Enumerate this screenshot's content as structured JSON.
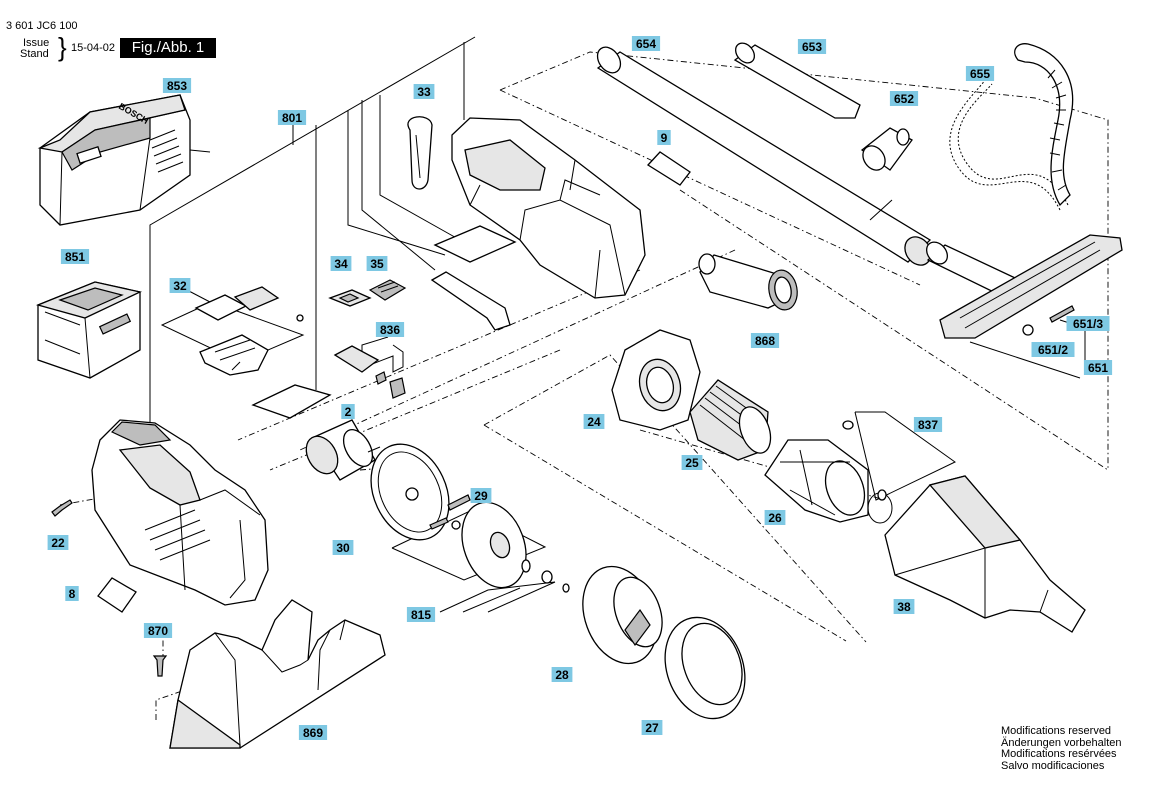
{
  "header": {
    "doc_number": "3 601 JC6 100",
    "issue_label": "Issue",
    "stand_label": "Stand",
    "date": "15-04-02",
    "figure_label": "Fig./Abb. 1"
  },
  "footer_notes": [
    "Modifications reserved",
    "Änderungen vorbehalten",
    "Modifications resérvées",
    "Salvo modificaciones"
  ],
  "callouts": [
    {
      "id": "853",
      "text": "853"
    },
    {
      "id": "851",
      "text": "851"
    },
    {
      "id": "801",
      "text": "801"
    },
    {
      "id": "33",
      "text": "33"
    },
    {
      "id": "9",
      "text": "9"
    },
    {
      "id": "654",
      "text": "654"
    },
    {
      "id": "653",
      "text": "653"
    },
    {
      "id": "652",
      "text": "652"
    },
    {
      "id": "655",
      "text": "655"
    },
    {
      "id": "32",
      "text": "32"
    },
    {
      "id": "34",
      "text": "34"
    },
    {
      "id": "35",
      "text": "35"
    },
    {
      "id": "836",
      "text": "836"
    },
    {
      "id": "868",
      "text": "868"
    },
    {
      "id": "651-3",
      "text": "651/3"
    },
    {
      "id": "651-2",
      "text": "651/2"
    },
    {
      "id": "651",
      "text": "651"
    },
    {
      "id": "2",
      "text": "2"
    },
    {
      "id": "24",
      "text": "24"
    },
    {
      "id": "837",
      "text": "837"
    },
    {
      "id": "25",
      "text": "25"
    },
    {
      "id": "29",
      "text": "29"
    },
    {
      "id": "22",
      "text": "22"
    },
    {
      "id": "30",
      "text": "30"
    },
    {
      "id": "26",
      "text": "26"
    },
    {
      "id": "8",
      "text": "8"
    },
    {
      "id": "815",
      "text": "815"
    },
    {
      "id": "38",
      "text": "38"
    },
    {
      "id": "870",
      "text": "870"
    },
    {
      "id": "28",
      "text": "28"
    },
    {
      "id": "27",
      "text": "27"
    },
    {
      "id": "869",
      "text": "869"
    }
  ],
  "logo_text": "BOSCH"
}
